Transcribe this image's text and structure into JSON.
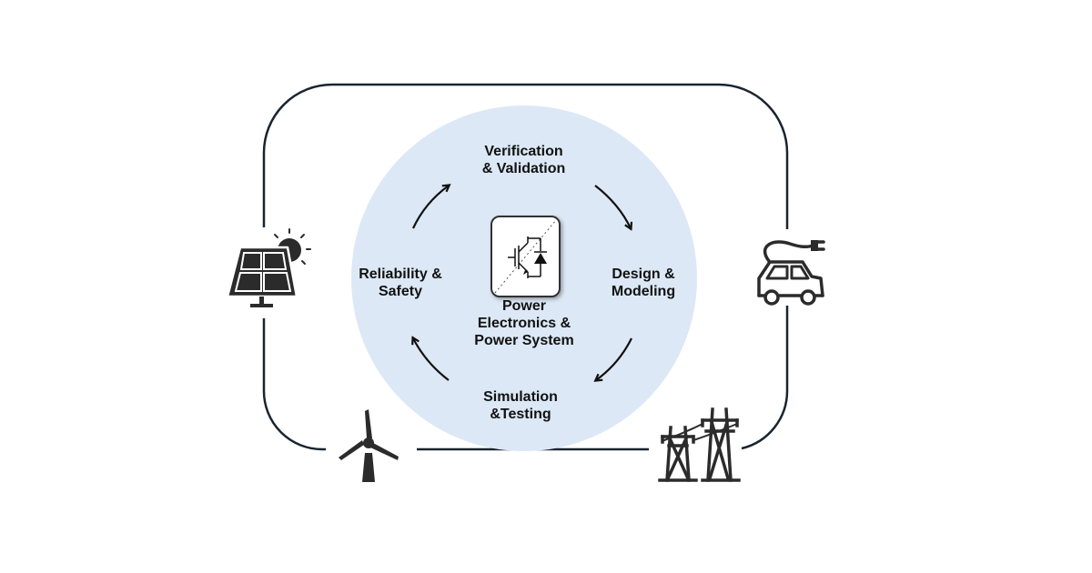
{
  "diagram": {
    "center": {
      "icon": "igbt-power-switch-icon",
      "lines": [
        "Power",
        "Electronics &",
        "Power System"
      ]
    },
    "stages": [
      {
        "key": "verification",
        "lines": [
          "Verification",
          "& Validation"
        ]
      },
      {
        "key": "design",
        "lines": [
          "Design &",
          "Modeling"
        ]
      },
      {
        "key": "simulation",
        "lines": [
          "Simulation",
          "&Testing"
        ]
      },
      {
        "key": "reliability",
        "lines": [
          "Reliability &",
          "Safety"
        ]
      }
    ],
    "applications": [
      {
        "key": "solar",
        "icon": "solar-panel-icon"
      },
      {
        "key": "ev",
        "icon": "electric-car-icon"
      },
      {
        "key": "wind",
        "icon": "wind-turbine-icon"
      },
      {
        "key": "grid",
        "icon": "transmission-tower-icon"
      }
    ],
    "colors": {
      "circle_fill": "#dce8f5",
      "frame_stroke": "#1a2430",
      "icon_fill": "#2b2b2b",
      "text": "#111111"
    }
  }
}
